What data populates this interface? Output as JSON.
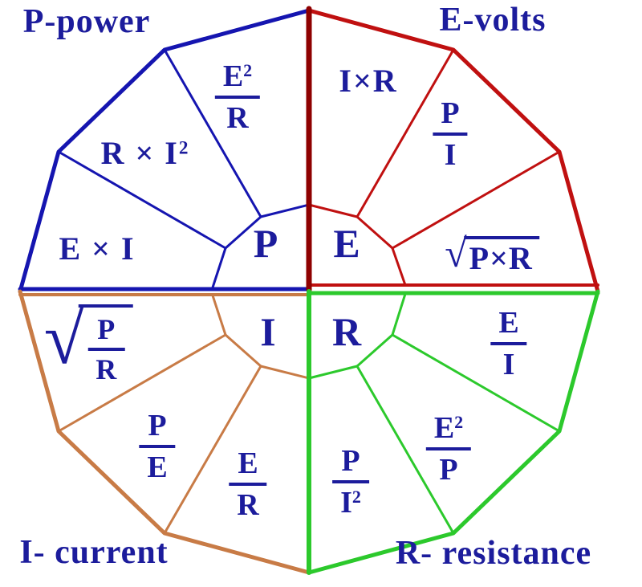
{
  "colors": {
    "power": "#1515B0",
    "volts": "#C01010",
    "volts_center_line": "#8E0000",
    "current": "#C87B46",
    "resistance": "#2CC92C",
    "text": "#1C1C9C",
    "background": "#FFFFFF"
  },
  "quadrants": {
    "power": {
      "label": "P-power",
      "center_letter": "P",
      "formulas": [
        {
          "name": "e-squared-over-r",
          "num_base": "E",
          "num_sup": "2",
          "den": "R"
        },
        {
          "name": "r-times-i-squared",
          "base": "R × I",
          "sup": "2"
        },
        {
          "name": "e-times-i",
          "base": "E × I"
        }
      ]
    },
    "volts": {
      "label": "E-volts",
      "center_letter": "E",
      "formulas": [
        {
          "name": "i-times-r",
          "base": "I×R"
        },
        {
          "name": "p-over-i",
          "num": "P",
          "den": "I"
        },
        {
          "name": "sqrt-p-times-r",
          "radical_sign": "√",
          "radicand": "P×R"
        }
      ]
    },
    "current": {
      "label": "I- current",
      "center_letter": "I",
      "formulas": [
        {
          "name": "sqrt-p-over-r",
          "radical_sign": "√",
          "num": "P",
          "den": "R"
        },
        {
          "name": "p-over-e",
          "num": "P",
          "den": "E"
        },
        {
          "name": "e-over-r",
          "num": "E",
          "den": "R"
        }
      ]
    },
    "resistance": {
      "label": "R- resistance",
      "center_letter": "R",
      "formulas": [
        {
          "name": "p-over-i-squared",
          "num": "P",
          "den_base": "I",
          "den_sup": "2"
        },
        {
          "name": "e-squared-over-p",
          "num_base": "E",
          "num_sup": "2",
          "den": "P"
        },
        {
          "name": "e-over-i",
          "num": "E",
          "den": "I"
        }
      ]
    }
  }
}
